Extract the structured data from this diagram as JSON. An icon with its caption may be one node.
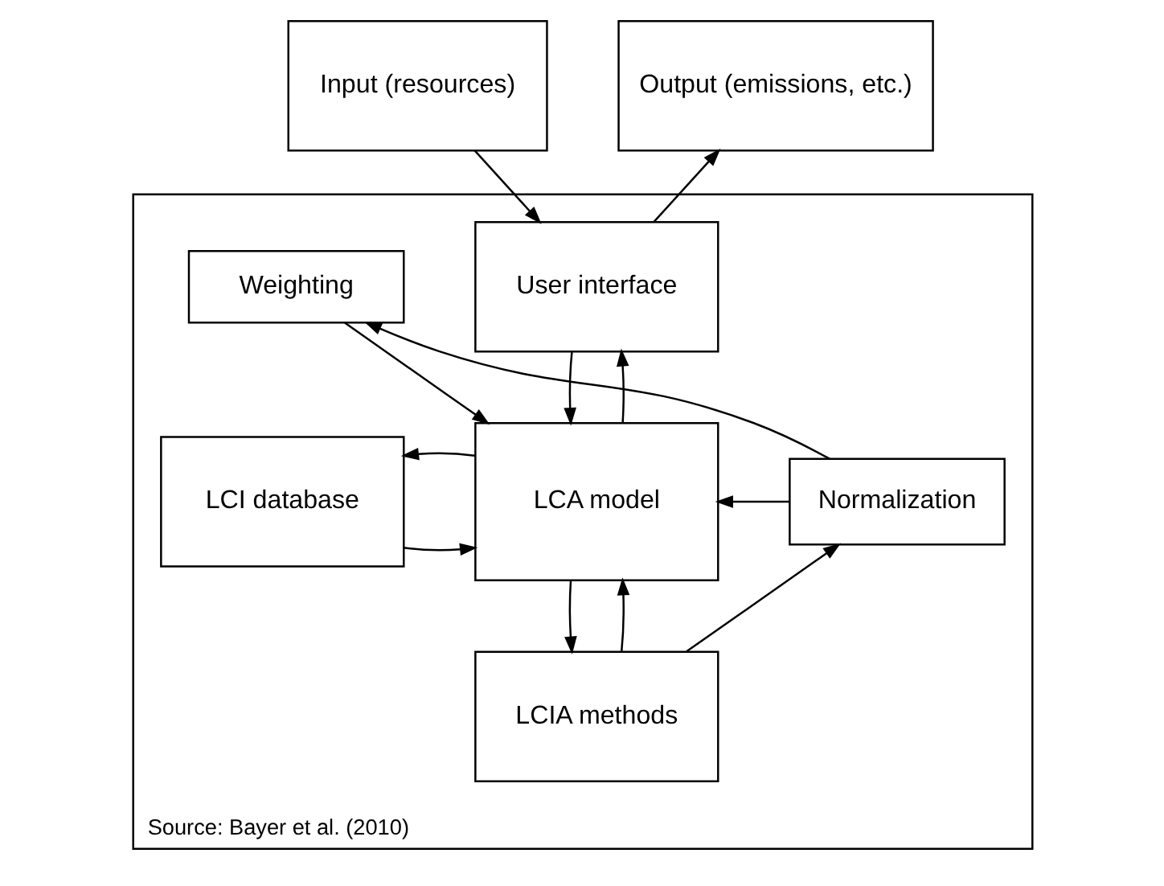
{
  "diagram": {
    "caption": "Source: Bayer et al. (2010)",
    "nodes": [
      {
        "text": [
          "Input (resources)"
        ]
      },
      {
        "text": [
          "Output (emissions, etc.)"
        ]
      },
      {
        "text": [],
        "shape": "box"
      },
      {
        "text": [
          "User interface"
        ],
        "in": 2
      },
      {
        "text": [
          "LCI database"
        ],
        "in": 2
      },
      {
        "text": [
          "LCA model"
        ],
        "in": 2
      },
      {
        "text": [
          "Weighting"
        ],
        "in": 2
      },
      {
        "text": [
          "Normalization"
        ],
        "in": 2
      },
      {
        "text": [
          "LCIA methods"
        ],
        "in": 2
      }
    ],
    "edges": [
      {
        "from": 0,
        "to": 3,
        "arrow": "to"
      },
      {
        "from": 3,
        "to": 1,
        "arrow": "to"
      },
      {
        "from": 3,
        "to": 5,
        "arrow": "to"
      },
      {
        "from": 5,
        "to": 3,
        "arrow": "to"
      },
      {
        "from": 4,
        "to": 5,
        "arrow": "to"
      },
      {
        "from": 5,
        "to": 4,
        "arrow": "to"
      },
      {
        "from": 6,
        "to": 5,
        "arrow": "to"
      },
      {
        "from": 7,
        "to": 5,
        "arrow": "to"
      },
      {
        "from": 7,
        "to": 6,
        "arrow": "to"
      },
      {
        "from": 5,
        "to": 8,
        "arrow": "to"
      },
      {
        "from": 8,
        "to": 5,
        "arrow": "to"
      },
      {
        "from": 8,
        "to": 7,
        "arrow": "to"
      }
    ]
  }
}
